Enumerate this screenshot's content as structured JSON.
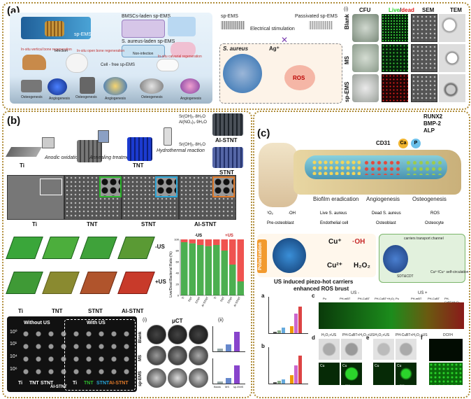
{
  "panel_a": {
    "tag": "(a)",
    "labels": {
      "bmscs_laden": "BMSCs-laden sp-EMS",
      "s_aureus_laden": "S. aureus-laden sp-EMS",
      "cell_free": "Cell - free sp-EMS",
      "sp_ems": "sp-EMS",
      "passivated": "Passivated sp-EMS",
      "electrical_stimulation": "Electrical stimulation",
      "s_aureus": "S. aureus",
      "ag": "Ag⁺",
      "ros": "ROS",
      "vertical": "In-situ vertical bone regeneration",
      "open": "In-situ open bone regeneration",
      "calvarial": "In-situ calvarial regeneration",
      "infection": "Infection",
      "non_infection": "Non-infection",
      "osteogenesis": "Osteogenesis",
      "angiogenesis": "Angiogenesis"
    },
    "grid_tag": "(i)",
    "grid_cols": [
      "CFU",
      "Live",
      "/",
      "dead",
      "SEM",
      "TEM"
    ],
    "grid_rows": [
      "Blank",
      "MS",
      "sp-EMS"
    ]
  },
  "panel_b": {
    "tag": "(b)",
    "process": {
      "ti": "Ti",
      "anodic": "Anodic oxidation",
      "annealing": "Annealing treatment",
      "tnt": "TNT",
      "hydrothermal": "Hydrothermal reaction",
      "chem1": "Sr(OH)₂·8H₂O",
      "chem2": "Al(NO₃)₃·9H₂O",
      "chem3": "Sr(OH)₂·8H₂O",
      "ai_stnt": "AI-STNT",
      "stnt": "STNT"
    },
    "sem_labels": [
      "Ti",
      "TNT",
      "STNT",
      "AI-STNT"
    ],
    "cube_rows": [
      "-US",
      "+US"
    ],
    "cube_cols": [
      "Ti",
      "TNT",
      "STNT",
      "AI-STNT"
    ],
    "dish_headers": [
      "Without US",
      "With US"
    ],
    "dish_rows": [
      "10⁰",
      "10¹",
      "10⁴",
      "10⁶"
    ],
    "dish_cols": [
      "Ti",
      "TNT",
      "STNT",
      "AI-STNT"
    ],
    "uct_title": "μCT",
    "uct_tag1": "(i)",
    "uct_tag2": "(ii)",
    "uct_rows": [
      "Blank",
      "MS",
      "sp-EMS"
    ],
    "small_chart_labels": [
      "Blank",
      "MS",
      "sp-EMS"
    ]
  },
  "panel_c": {
    "tag": "(c)",
    "markers": [
      "RUNX2",
      "BMP-2",
      "ALP"
    ],
    "cd31": "CD31",
    "ions": [
      "Ca",
      "P"
    ],
    "stages": [
      "Biofilm eradication",
      "Angiogenesis",
      "Osteogenesis"
    ],
    "legend": [
      "¹O₂",
      "·OH",
      "Live S. aureus",
      "Dead S. aureus",
      "ROS",
      "Pre-osteoblast",
      "Endothelial cell",
      "Osteoblast",
      "Osteocyte"
    ],
    "polarization": "Polarization",
    "cu_plus": "Cu⁺",
    "oh": "·OH",
    "cu2": "Cu²⁺",
    "h2o2": "H₂O₂",
    "carriers_title": "US induced piezo-hot carriers",
    "carriers_sub": "enhanced ROS brust",
    "channel": "carriers transport channel",
    "sdt": "SDT&CDT",
    "cycle": "Cu²⁺/Cu⁺ self-circulation",
    "subtags": [
      "a",
      "b",
      "c",
      "d",
      "e",
      "f"
    ],
    "c_groups": [
      "US -",
      "US +"
    ],
    "c_cols": [
      "Pu",
      "PH-mBT",
      "PH-CuBT",
      "PH-CuBT+H₂O₂",
      "Pu",
      "PH-mBT",
      "PH-CuBT",
      "PH-CuBT+H₂O₂"
    ],
    "d_labels": [
      "H₂O₂+US",
      "PH-CuBT+H₂O₂+US"
    ],
    "e_labels": [
      "H₂O₂+US",
      "PH-CuBT+H₂O₂+US"
    ],
    "f_label": "DCFH",
    "scale": "200 nm",
    "cu": "Cu"
  },
  "colors": {
    "border": "#b08d3a",
    "live": "#2bd42b",
    "dead": "#e02020",
    "ros": "#c62828"
  },
  "chart_data": {
    "type": "bar",
    "title": "",
    "categories": [
      "Ti",
      "TNT",
      "STNT",
      "AI-STNT",
      "Ti",
      "TNT",
      "STNT",
      "AI-STNT"
    ],
    "groups": [
      "-US",
      "-US",
      "-US",
      "-US",
      "+US",
      "+US",
      "+US",
      "+US"
    ],
    "ylabel": "Live/Dead Bacterial Ratio (%)",
    "ylim": [
      0,
      100
    ],
    "yticks": [
      0,
      20,
      40,
      60,
      80,
      100
    ],
    "series": [
      {
        "name": "Live",
        "color": "#4caf50",
        "values": [
          95,
          93,
          90,
          88,
          90,
          80,
          55,
          25
        ]
      },
      {
        "name": "Dead",
        "color": "#ef5350",
        "values": [
          5,
          7,
          10,
          12,
          10,
          20,
          45,
          75
        ]
      }
    ],
    "top_labels": [
      "-US",
      "+US"
    ]
  }
}
